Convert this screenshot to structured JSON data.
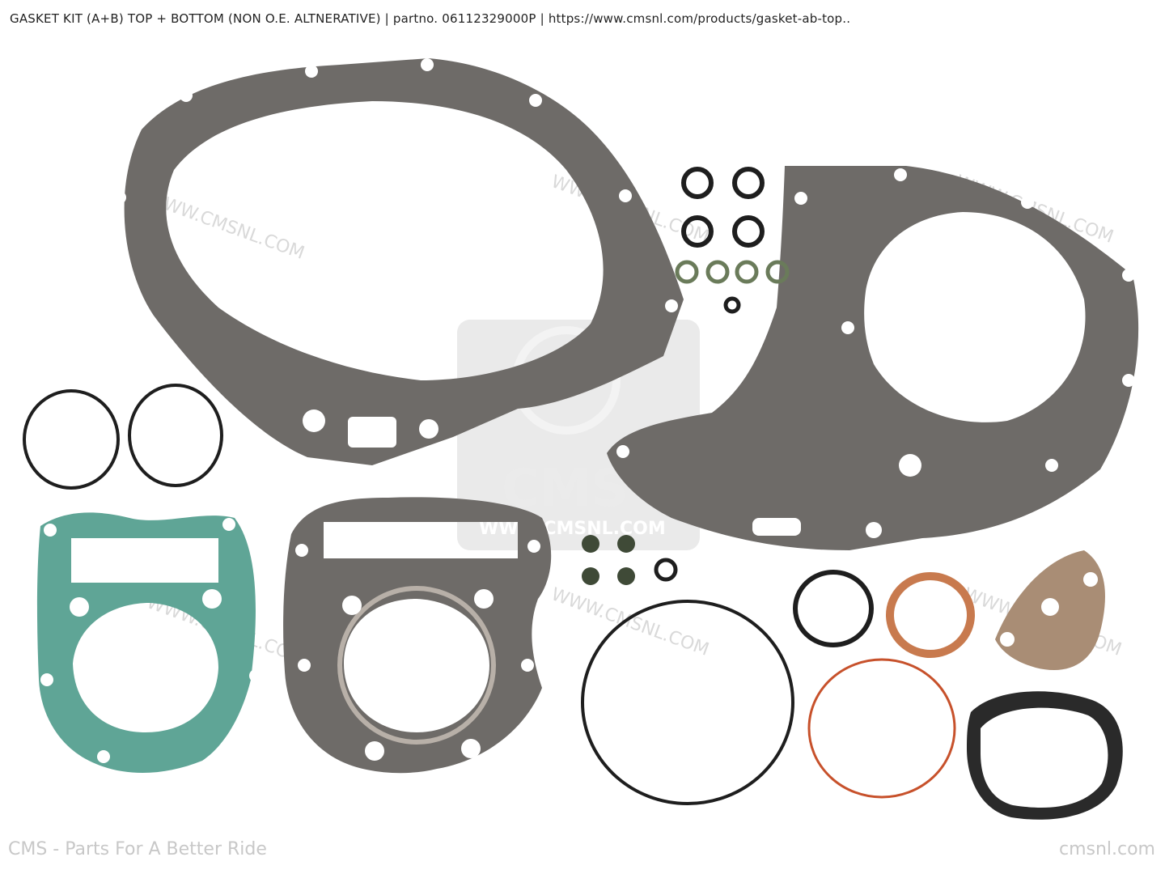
{
  "header": {
    "caption": "GASKET KIT (A+B) TOP + BOTTOM (NON O.E. ALTNERATIVE) | partno. 06112329000P  | https://www.cmsnl.com/products/gasket-ab-top.."
  },
  "watermark": {
    "site": "WWW.CMSNL.COM",
    "logo_text": "CMS",
    "logo_url": "WWW.CMSNL.COM"
  },
  "footer": {
    "tagline": "CMS - Parts For A Better Ride",
    "domain": "cmsnl.com"
  },
  "colors": {
    "gasket_grey": "#6e6b68",
    "gasket_green": "#5fa596",
    "copper": "#c87a4e",
    "oring_black": "#1e1e1e",
    "oring_red": "#c7512b",
    "watermark": "#d9d9d9"
  }
}
